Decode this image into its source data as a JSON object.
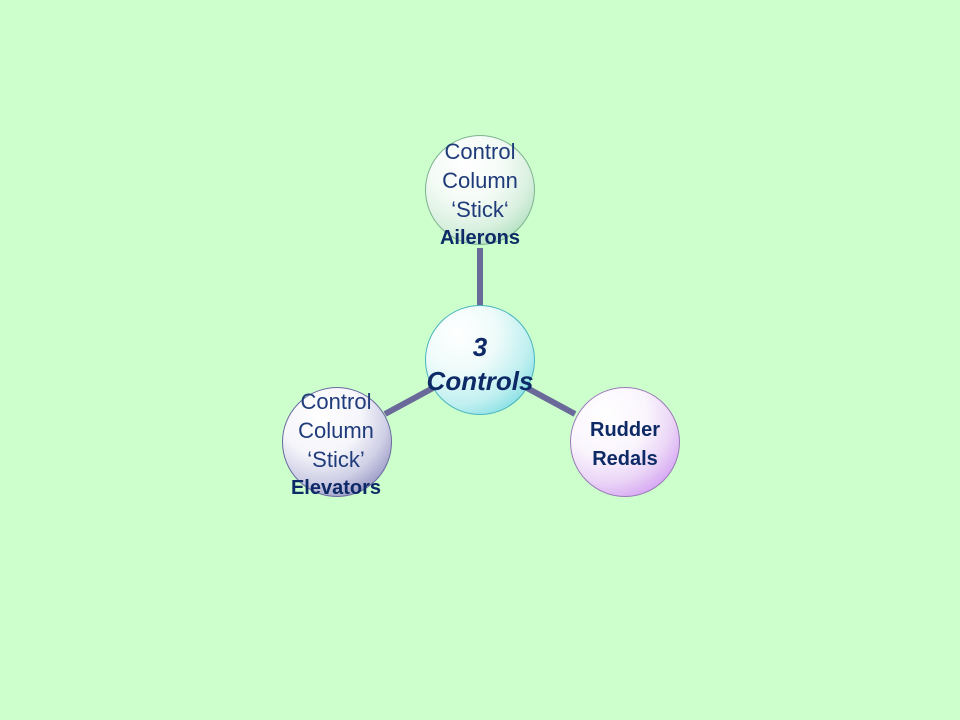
{
  "diagram": {
    "center": {
      "lines": [
        "3",
        "Controls"
      ]
    },
    "top": {
      "lines": [
        "Control",
        "Column",
        "‘Stick‘"
      ],
      "bold": "Ailerons"
    },
    "left": {
      "lines": [
        "Control",
        "Column",
        "‘Stick’"
      ],
      "bold": "Elevators"
    },
    "right": {
      "bold_lines": [
        "Rudder",
        "Redals"
      ]
    },
    "connector_color": "#6a6a9a",
    "background_color": "#ccffcc"
  }
}
